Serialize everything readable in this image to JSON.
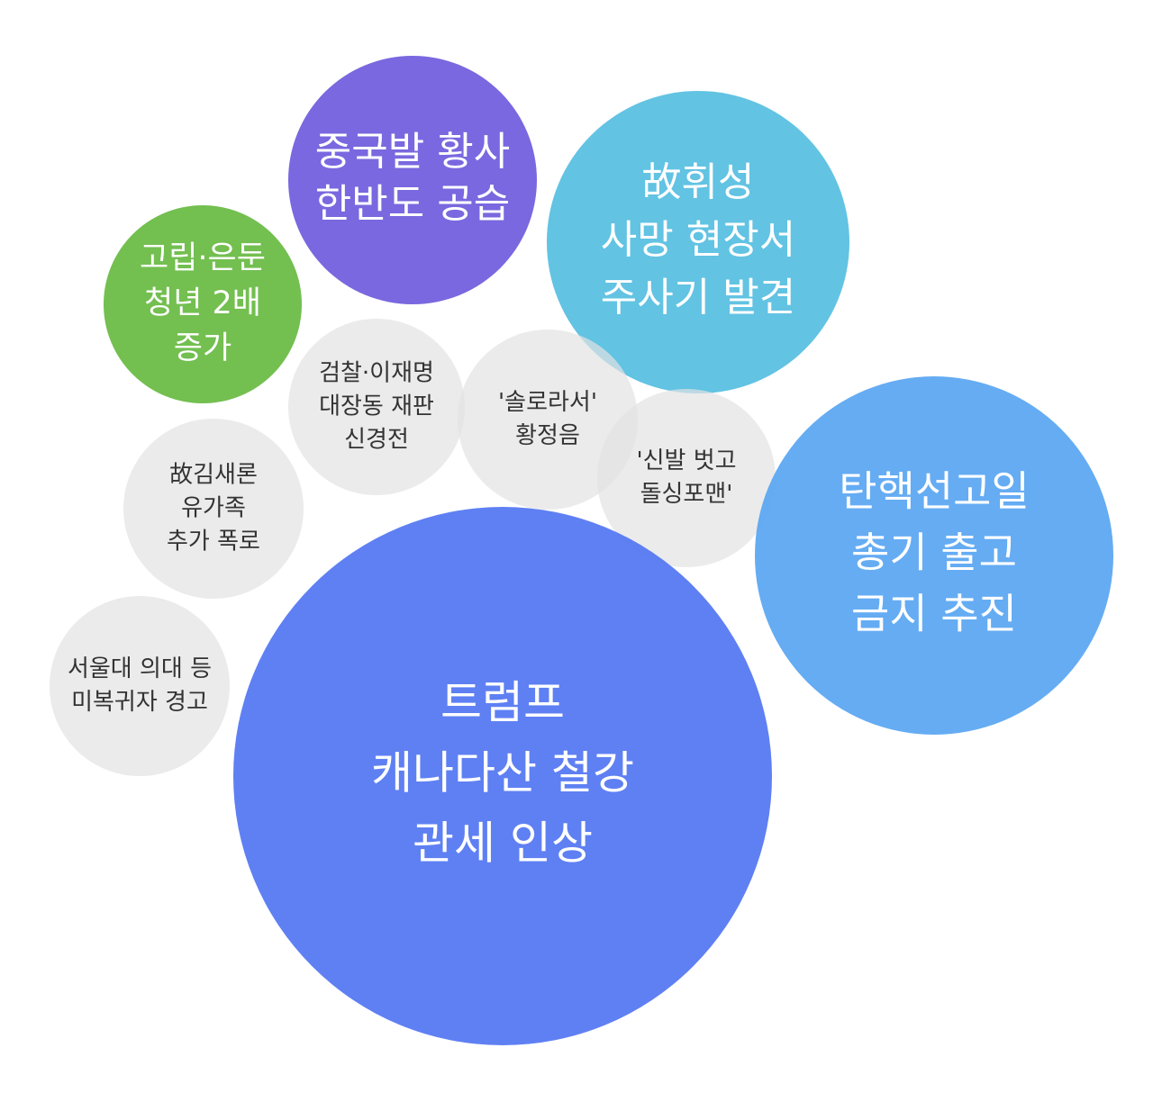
{
  "bubbles": [
    {
      "id": "china-dust",
      "lines": [
        "중국발 황사",
        "한반도 공습"
      ],
      "color": "#7260DD",
      "text_color": "#ffffff",
      "tier": "medium"
    },
    {
      "id": "whisung",
      "lines": [
        "故휘성",
        "사망 현장서",
        "주사기 발견"
      ],
      "color": "#5AC0E2",
      "text_color": "#ffffff",
      "tier": "large"
    },
    {
      "id": "isolated-youth",
      "lines": [
        "고립·은둔",
        "청년 2배",
        "증가"
      ],
      "color": "#6BBC47",
      "text_color": "#ffffff",
      "tier": "small"
    },
    {
      "id": "prosecution-lee",
      "lines": [
        "검찰·이재명",
        "대장동 재판",
        "신경전"
      ],
      "color": "#E2E2E2",
      "text_color": "#333333",
      "tier": "minor"
    },
    {
      "id": "solo",
      "lines": [
        "'솔로라서'",
        "황정음"
      ],
      "color": "#E2E2E2",
      "text_color": "#333333",
      "tier": "minor"
    },
    {
      "id": "shoes",
      "lines": [
        "'신발 벗고",
        "돌싱포맨'"
      ],
      "color": "#E2E2E2",
      "text_color": "#333333",
      "tier": "minor"
    },
    {
      "id": "impeachment",
      "lines": [
        "탄핵선고일",
        "총기 출고",
        "금지 추진"
      ],
      "color": "#5DA8F2",
      "text_color": "#ffffff",
      "tier": "large"
    },
    {
      "id": "kim-saeron",
      "lines": [
        "故김새론",
        "유가족",
        "추가 폭로"
      ],
      "color": "#E2E2E2",
      "text_color": "#333333",
      "tier": "minor"
    },
    {
      "id": "snu-medical",
      "lines": [
        "서울대 의대 등",
        "미복귀자 경고"
      ],
      "color": "#E2E2E2",
      "text_color": "#333333",
      "tier": "minor"
    },
    {
      "id": "trump-tariff",
      "lines": [
        "트럼프",
        "캐나다산 철강",
        "관세 인상"
      ],
      "color": "#5679F2",
      "text_color": "#ffffff",
      "tier": "largest"
    }
  ]
}
